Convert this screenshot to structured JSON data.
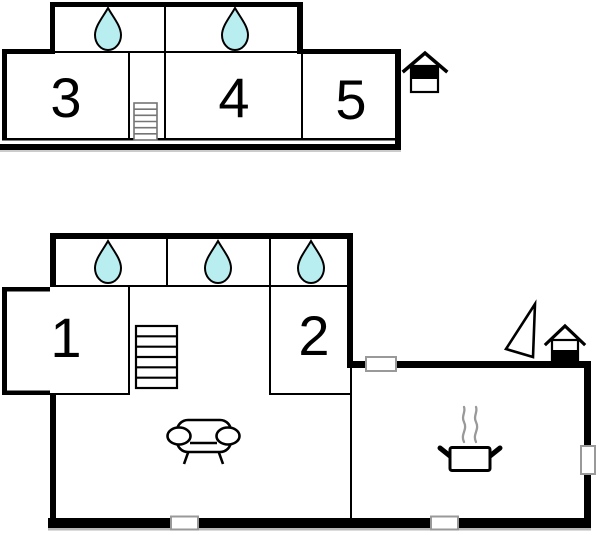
{
  "plan": {
    "type": "house-floor-plan",
    "floors": {
      "upper": {
        "name": "upper-floor",
        "room_labels": {
          "room3": "3",
          "room4": "4",
          "room5": "5"
        },
        "bathroom_drop_count": 2,
        "icons": [
          "water-drop-icon",
          "stairs-icon",
          "house-upper-floor-icon"
        ]
      },
      "ground": {
        "name": "ground-floor",
        "room_labels": {
          "room1": "1",
          "room2": "2"
        },
        "bathroom_drop_count": 3,
        "icons": [
          "water-drop-icon",
          "stairs-icon",
          "sofa-icon",
          "cooking-pot-icon",
          "triangle-icon",
          "house-ground-floor-icon"
        ],
        "window_count": 4
      }
    }
  },
  "colors": {
    "background": "#ffffff",
    "wall": "#000000",
    "water_drop_fill": "#b9eef1",
    "water_drop_outline": "#000000",
    "window_fill": "#ffffff",
    "window_border": "#999999",
    "stairs_upper_stroke": "#757575",
    "stairs_ground_stroke": "#000000",
    "steam": "#999999",
    "shadow": "#b9b9b9"
  }
}
